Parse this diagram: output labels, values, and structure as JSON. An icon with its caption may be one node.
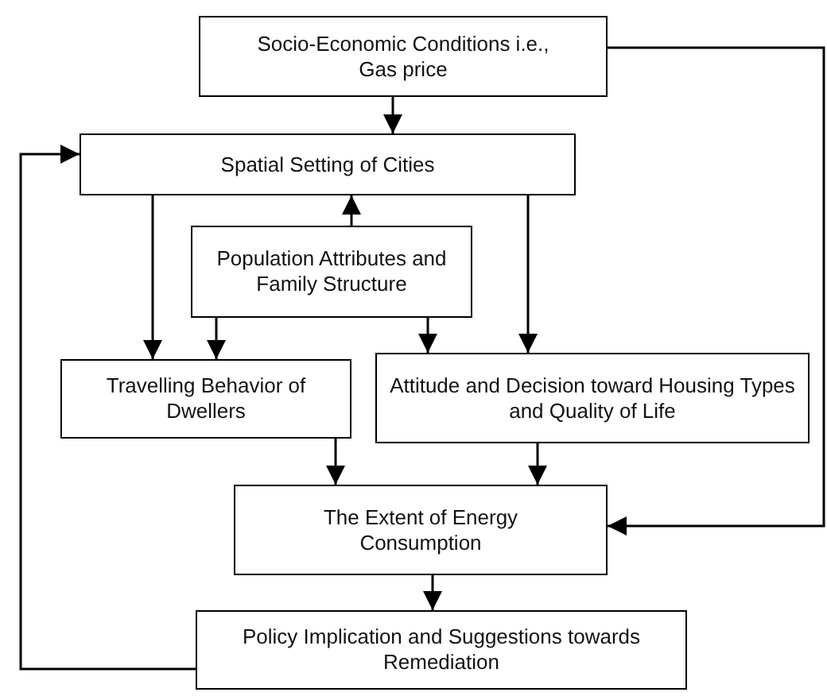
{
  "diagram": {
    "nodes": [
      {
        "text": [
          "Socio-Economic Conditions i.e., Gas price"
        ]
      },
      {
        "text": [
          "Spatial Setting of Cities"
        ]
      },
      {
        "text": [
          "Population Attributes and Family Structure"
        ]
      },
      {
        "text": [
          "Travelling Behavior of Dwellers"
        ]
      },
      {
        "text": [
          "Attitude and Decision toward Housing Types and Quality of Life"
        ]
      },
      {
        "text": [
          "The Extent of Energy Consumption"
        ]
      },
      {
        "text": [
          "Policy Implication and Suggestions towards Remediation"
        ]
      }
    ],
    "edges": [
      {
        "from": 0,
        "to": 1,
        "arrow": "to"
      },
      {
        "from": 1,
        "to": 3,
        "arrow": "to"
      },
      {
        "from": 2,
        "to": 3,
        "arrow": "to"
      },
      {
        "from": 2,
        "to": 1,
        "arrow": "to"
      },
      {
        "from": 2,
        "to": 4,
        "arrow": "to"
      },
      {
        "from": 1,
        "to": 4,
        "arrow": "to"
      },
      {
        "from": 3,
        "to": 5,
        "arrow": "to"
      },
      {
        "from": 4,
        "to": 5,
        "arrow": "to"
      },
      {
        "from": 0,
        "to": 5,
        "arrow": "to"
      },
      {
        "from": 5,
        "to": 6,
        "arrow": "to"
      },
      {
        "from": 6,
        "to": 1,
        "arrow": "to"
      }
    ]
  }
}
